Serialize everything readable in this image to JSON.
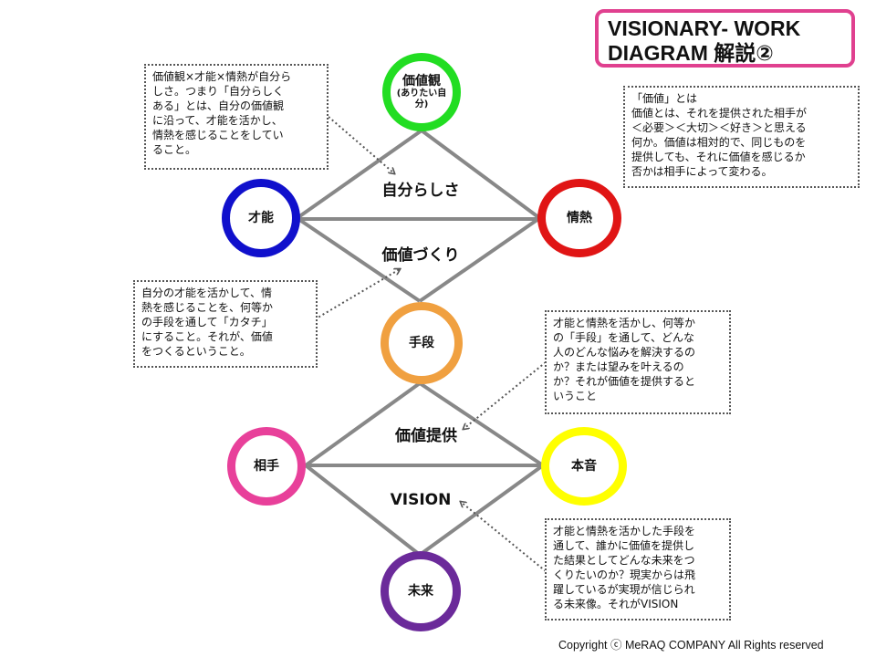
{
  "title": {
    "line1": "VISIONARY- WORK",
    "line2": "DIAGRAM  解説②"
  },
  "colors": {
    "value": "#22dd22",
    "talent": "#1010cc",
    "passion": "#e01515",
    "means": "#f0a040",
    "partner": "#e8409a",
    "true_feeling": "#ffff00",
    "future": "#6b2a9a",
    "lines": "#888888",
    "title_border": "#e0408f"
  },
  "nodes": {
    "value": {
      "label": "価値観",
      "sub": "(ありたい自分)"
    },
    "talent": {
      "label": "才能"
    },
    "passion": {
      "label": "情熱"
    },
    "means": {
      "label": "手段"
    },
    "partner": {
      "label": "相手"
    },
    "true_feeling": {
      "label": "本音"
    },
    "future": {
      "label": "未来"
    }
  },
  "segments": {
    "self": "自分らしさ",
    "value_making": "価値づくり",
    "value_offering": "価値提供",
    "vision": "VISION"
  },
  "notes": {
    "self": [
      "価値観×才能×情熱が自分ら",
      "しさ。つまり「自分らしく",
      "ある」とは、自分の価値観",
      "に沿って、才能を活かし、",
      "情熱を感じることをしてい",
      "ること。"
    ],
    "value_def": [
      "「価値」とは",
      "価値とは、それを提供された相手が",
      "＜必要＞＜大切＞＜好き＞と思える",
      "何か。価値は相対的で、同じものを",
      "提供しても、それに価値を感じるか",
      "否かは相手によって変わる。"
    ],
    "value_making": [
      "自分の才能を活かして、情",
      "熱を感じることを、何等か",
      "の手段を通して「カタチ」",
      "にすること。それが、価値",
      "をつくるということ。"
    ],
    "value_offering": [
      "才能と情熱を活かし、何等か",
      "の「手段」を通して、どんな",
      "人のどんな悩みを解決するの",
      "か？または望みを叶えるの",
      "か？それが価値を提供すると",
      "いうこと"
    ],
    "vision": [
      "才能と情熱を活かした手段を",
      "通して、誰かに価値を提供し",
      "た結果としてどんな未来をつ",
      "くりたいのか？現実からは飛",
      "躍しているが実現が信じられ",
      "る未来像。それがVISION"
    ]
  },
  "copyright": "Copyright ⓒ MeRAQ  COMPANY   All Rights reserved"
}
